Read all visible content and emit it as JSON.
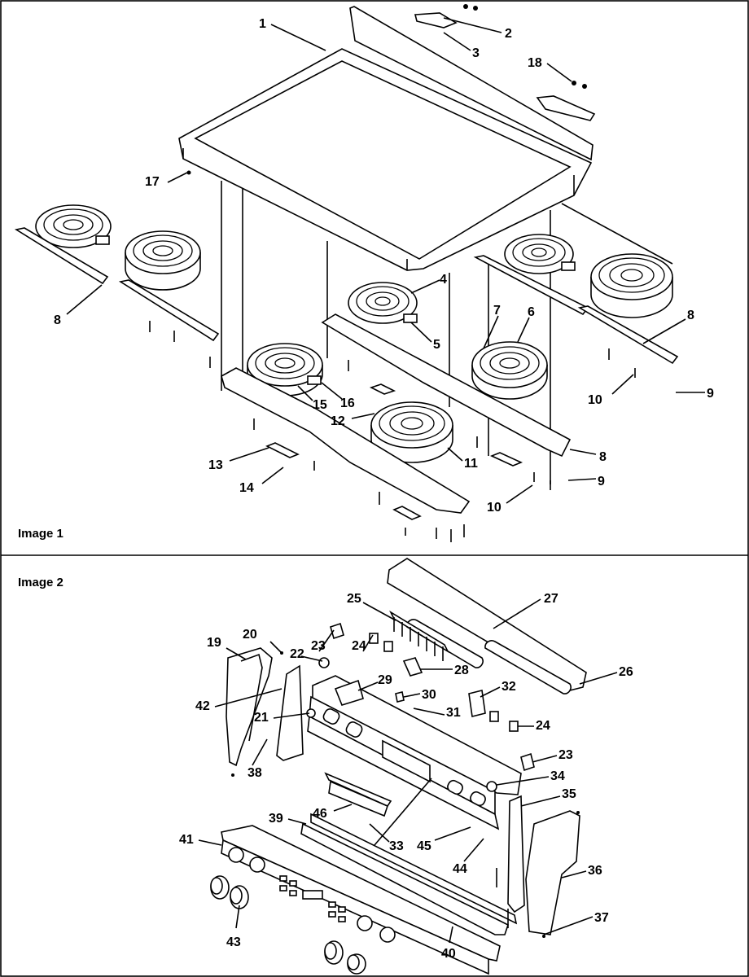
{
  "sections": [
    {
      "label": "Image 1"
    },
    {
      "label": "Image 2"
    }
  ],
  "image1_callouts": [
    "1",
    "2",
    "3",
    "18",
    "17",
    "8",
    "4",
    "5",
    "7",
    "6",
    "8",
    "10",
    "9",
    "15",
    "16",
    "12",
    "11",
    "8",
    "13",
    "14",
    "9",
    "10"
  ],
  "image2_callouts": [
    "25",
    "27",
    "23",
    "24",
    "22",
    "20",
    "19",
    "28",
    "26",
    "29",
    "30",
    "32",
    "42",
    "21",
    "31",
    "24",
    "38",
    "23",
    "34",
    "35",
    "46",
    "39",
    "33",
    "45",
    "41",
    "44",
    "36",
    "37",
    "43",
    "40"
  ]
}
